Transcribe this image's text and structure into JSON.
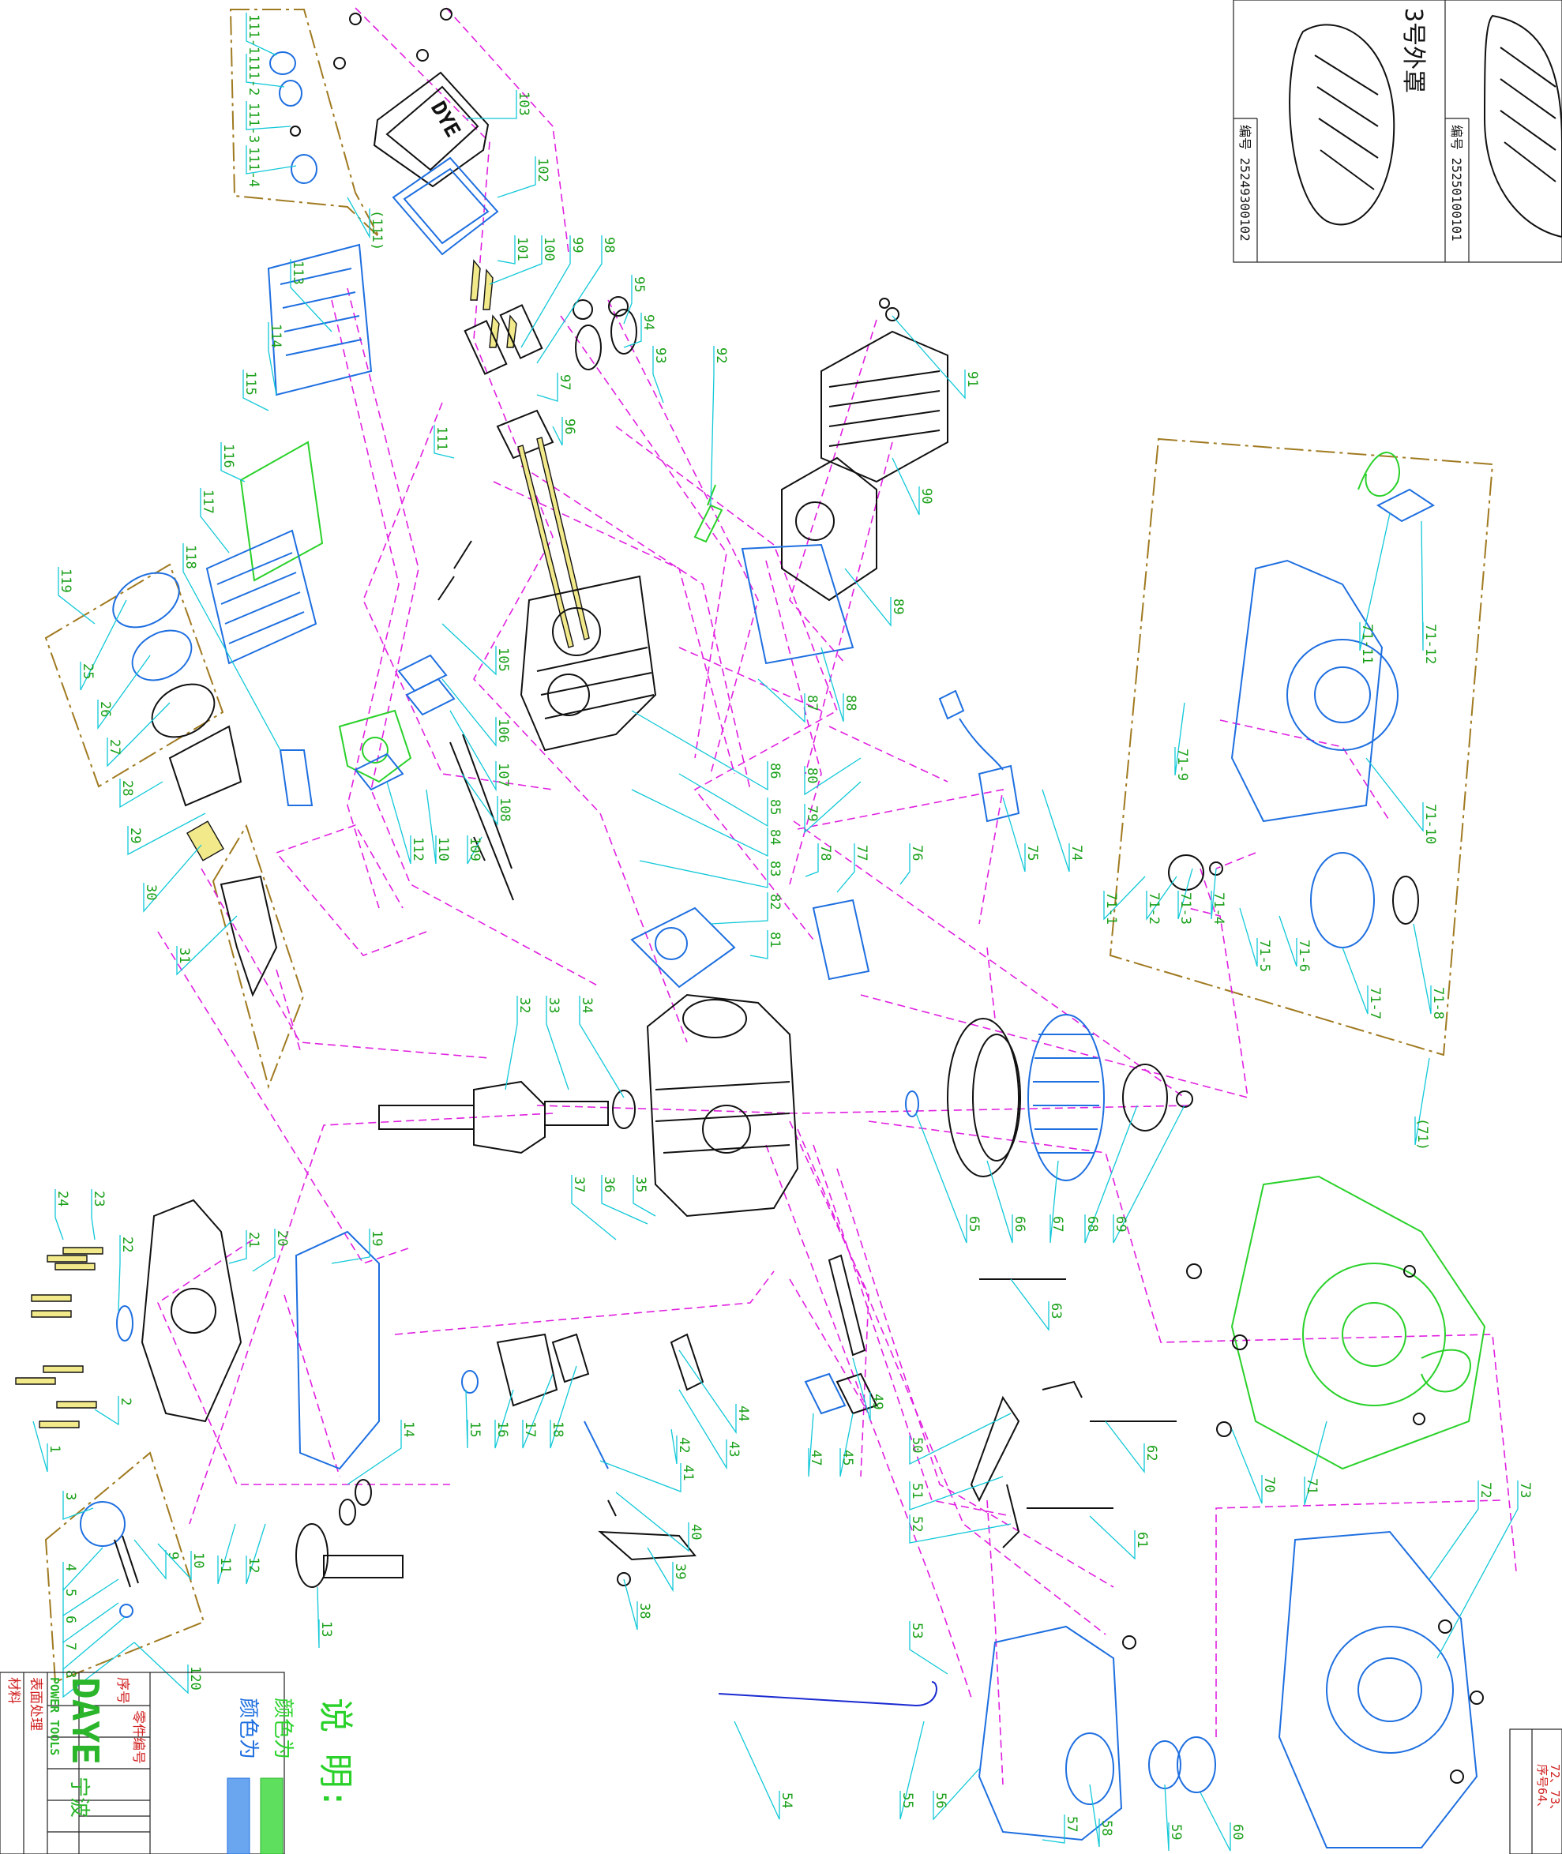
{
  "brand": {
    "logo_text": "DAYE",
    "logo_sub": "POWER TOOLS",
    "company_partial": "宁波",
    "logo_color": "#2ab52a"
  },
  "notes": {
    "heading": "说 明:",
    "color_line_1": "颜色为",
    "color_line_2": "颜色为",
    "swatch_green": "#2ad12a",
    "swatch_blue": "#1e6fe0"
  },
  "title_block": {
    "col_seq": "序号",
    "col_part_no": "零件编号",
    "material": "材料",
    "surface": "表面处理"
  },
  "cover_options": [
    {
      "title": "3号外罩",
      "code": "编号 25249300102"
    },
    {
      "title": "",
      "code": "编号 25250100101"
    }
  ],
  "corner_note": {
    "line1": "序号64、",
    "line2": "72、73、"
  },
  "colors": {
    "callout_text": "#1aa01a",
    "leader_line": "#10c8d8",
    "assembly_chain": "#e020e0",
    "group_frame": "#a07a20",
    "part_outline_black": "#111111",
    "part_outline_blue": "#1e6fe0",
    "part_outline_green": "#2ad12a"
  },
  "callouts": [
    "1",
    "2",
    "3",
    "4",
    "5",
    "6",
    "7",
    "8",
    "9",
    "10",
    "11",
    "12",
    "13",
    "14",
    "15",
    "16",
    "17",
    "18",
    "19",
    "20",
    "21",
    "22",
    "23",
    "24",
    "25",
    "26",
    "27",
    "28",
    "29",
    "30",
    "31",
    "32",
    "33",
    "34",
    "35",
    "36",
    "37",
    "38",
    "39",
    "40",
    "41",
    "42",
    "43",
    "44",
    "45",
    "47",
    "49",
    "50",
    "51",
    "52",
    "53",
    "54",
    "55",
    "56",
    "57",
    "58",
    "59",
    "60",
    "61",
    "62",
    "63",
    "65",
    "66",
    "67",
    "68",
    "69",
    "70",
    "71",
    "72",
    "73",
    "74",
    "75",
    "76",
    "77",
    "78",
    "79",
    "80",
    "81",
    "82",
    "83",
    "84",
    "85",
    "86",
    "87",
    "88",
    "89",
    "90",
    "91",
    "92",
    "93",
    "94",
    "95",
    "96",
    "97",
    "98",
    "99",
    "100",
    "101",
    "102",
    "103",
    "105",
    "106",
    "107",
    "108",
    "109",
    "110",
    "111",
    "112",
    "113",
    "114",
    "115",
    "116",
    "117",
    "118",
    "119",
    "120",
    "111-1",
    "111-2",
    "111-3",
    "111-4",
    "(111)",
    "71-1",
    "71-2",
    "71-3",
    "71-4",
    "71-5",
    "71-6",
    "71-7",
    "71-8",
    "71-9",
    "71-10",
    "71-11",
    "71-12",
    "(71)"
  ]
}
